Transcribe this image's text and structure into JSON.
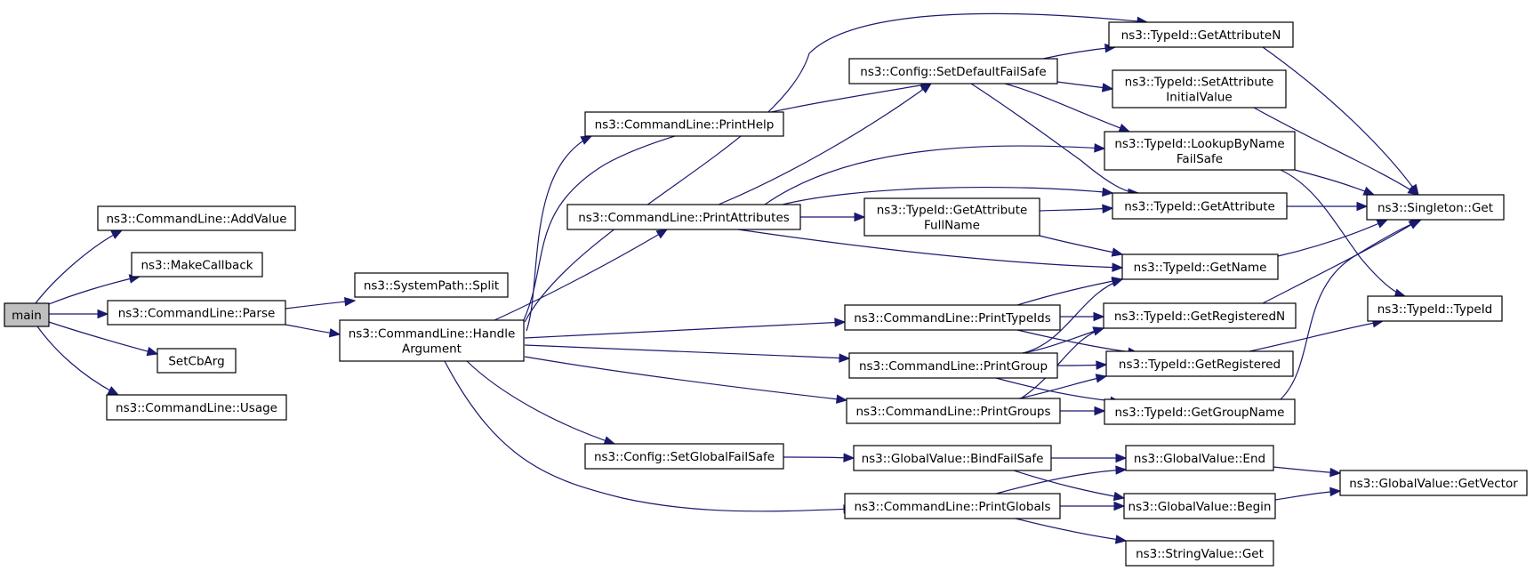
{
  "nodes": [
    {
      "id": "main",
      "lines": [
        "main"
      ],
      "root": true
    },
    {
      "id": "addvalue",
      "lines": [
        "ns3::CommandLine::AddValue"
      ]
    },
    {
      "id": "makecallback",
      "lines": [
        "ns3::MakeCallback"
      ]
    },
    {
      "id": "parse",
      "lines": [
        "ns3::CommandLine::Parse"
      ]
    },
    {
      "id": "setcbarg",
      "lines": [
        "SetCbArg"
      ]
    },
    {
      "id": "usage",
      "lines": [
        "ns3::CommandLine::Usage"
      ]
    },
    {
      "id": "split",
      "lines": [
        "ns3::SystemPath::Split"
      ]
    },
    {
      "id": "handle",
      "lines": [
        "ns3::CommandLine::Handle",
        "Argument"
      ]
    },
    {
      "id": "printhelp",
      "lines": [
        "ns3::CommandLine::PrintHelp"
      ]
    },
    {
      "id": "printattributes",
      "lines": [
        "ns3::CommandLine::PrintAttributes"
      ]
    },
    {
      "id": "setglobalfs",
      "lines": [
        "ns3::Config::SetGlobalFailSafe"
      ]
    },
    {
      "id": "setdefaultfs",
      "lines": [
        "ns3::Config::SetDefaultFailSafe"
      ]
    },
    {
      "id": "getattrfull",
      "lines": [
        "ns3::TypeId::GetAttribute",
        "FullName"
      ]
    },
    {
      "id": "printtypeids",
      "lines": [
        "ns3::CommandLine::PrintTypeIds"
      ]
    },
    {
      "id": "printgroup",
      "lines": [
        "ns3::CommandLine::PrintGroup"
      ]
    },
    {
      "id": "printgroups",
      "lines": [
        "ns3::CommandLine::PrintGroups"
      ]
    },
    {
      "id": "bindfs",
      "lines": [
        "ns3::GlobalValue::BindFailSafe"
      ]
    },
    {
      "id": "printglobals",
      "lines": [
        "ns3::CommandLine::PrintGlobals"
      ]
    },
    {
      "id": "getattrn",
      "lines": [
        "ns3::TypeId::GetAttributeN"
      ]
    },
    {
      "id": "setattrinit",
      "lines": [
        "ns3::TypeId::SetAttribute",
        "InitialValue"
      ]
    },
    {
      "id": "lookupfs",
      "lines": [
        "ns3::TypeId::LookupByName",
        "FailSafe"
      ]
    },
    {
      "id": "getattr",
      "lines": [
        "ns3::TypeId::GetAttribute"
      ]
    },
    {
      "id": "getname",
      "lines": [
        "ns3::TypeId::GetName"
      ]
    },
    {
      "id": "getregn",
      "lines": [
        "ns3::TypeId::GetRegisteredN"
      ]
    },
    {
      "id": "getreg",
      "lines": [
        "ns3::TypeId::GetRegistered"
      ]
    },
    {
      "id": "getgroupname",
      "lines": [
        "ns3::TypeId::GetGroupName"
      ]
    },
    {
      "id": "gvend",
      "lines": [
        "ns3::GlobalValue::End"
      ]
    },
    {
      "id": "gvbegin",
      "lines": [
        "ns3::GlobalValue::Begin"
      ]
    },
    {
      "id": "svget",
      "lines": [
        "ns3::StringValue::Get"
      ]
    },
    {
      "id": "singleton",
      "lines": [
        "ns3::Singleton::Get"
      ]
    },
    {
      "id": "typeid",
      "lines": [
        "ns3::TypeId::TypeId"
      ]
    },
    {
      "id": "getvector",
      "lines": [
        "ns3::GlobalValue::GetVector"
      ]
    }
  ]
}
